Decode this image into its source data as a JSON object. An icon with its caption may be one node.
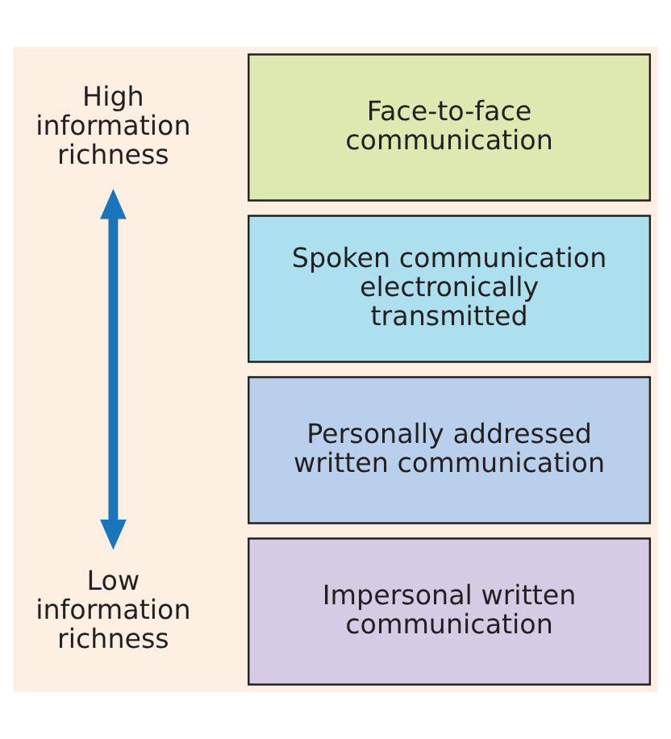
{
  "diagram": {
    "nodes": [
      {
        "text": [
          "High information richness"
        ]
      },
      {
        "text": [
          "Face-to-face communication"
        ]
      },
      {
        "text": [
          "Spoken communication electronically transmitted"
        ]
      },
      {
        "text": [
          "Personally addressed written communication"
        ]
      },
      {
        "text": [
          "Low information richness"
        ]
      },
      {
        "text": [
          "Impersonal written communication"
        ]
      }
    ],
    "edges": [
      {
        "from": 0,
        "to": 4,
        "arrow": "both",
        "color": "#1b75bb"
      }
    ]
  }
}
